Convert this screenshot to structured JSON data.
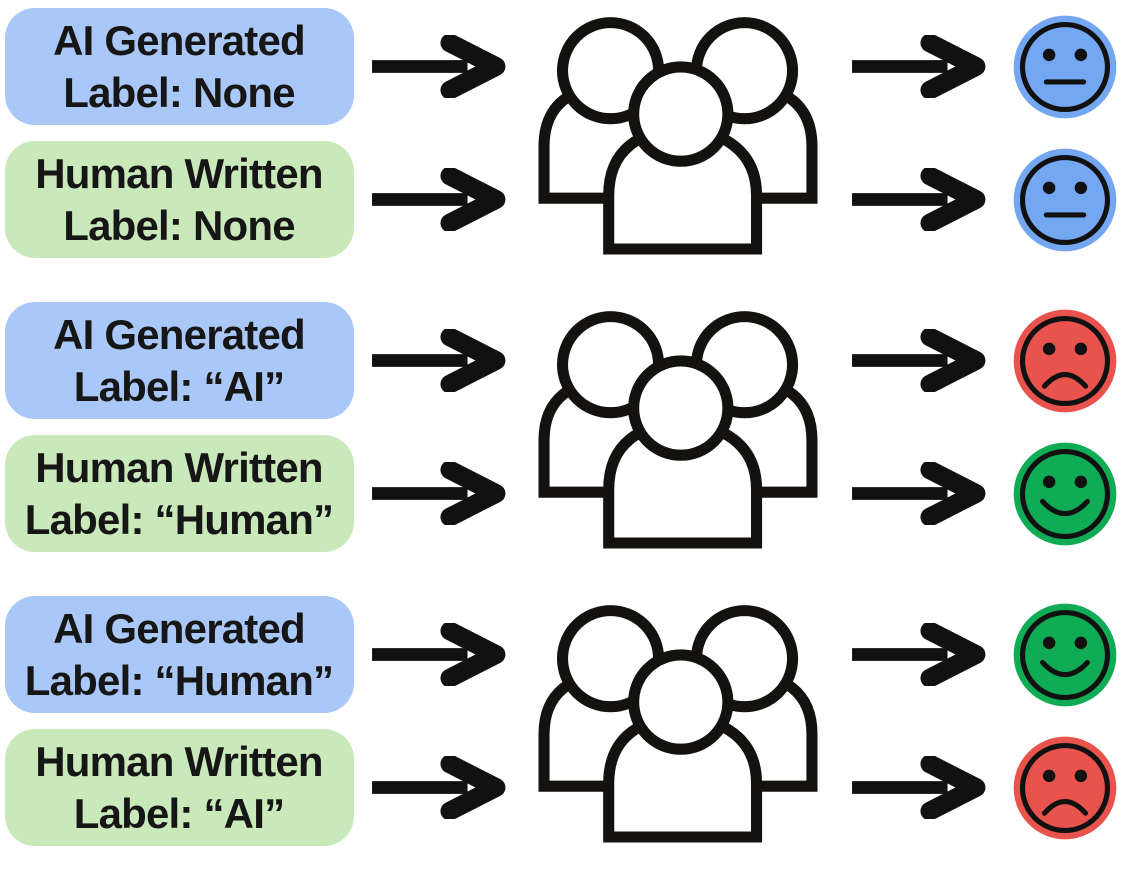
{
  "colors": {
    "ai_box_bg": "#a9c7f7",
    "human_box_bg": "#cae9bb",
    "neutral_face": "#73a7f2",
    "sad_face": "#e9534d",
    "happy_face": "#10ac55",
    "outline": "#111111"
  },
  "rows": [
    {
      "inputs": [
        {
          "type": "ai",
          "line1": "AI Generated",
          "line2": "Label: None"
        },
        {
          "type": "human",
          "line1": "Human Written",
          "line2": "Label: None"
        }
      ],
      "outcomes": [
        {
          "mood": "neutral",
          "color": "#73a7f2"
        },
        {
          "mood": "neutral",
          "color": "#73a7f2"
        }
      ]
    },
    {
      "inputs": [
        {
          "type": "ai",
          "line1": "AI Generated",
          "line2": "Label: “AI”"
        },
        {
          "type": "human",
          "line1": "Human Written",
          "line2": "Label: “Human”"
        }
      ],
      "outcomes": [
        {
          "mood": "sad",
          "color": "#e9534d"
        },
        {
          "mood": "happy",
          "color": "#10ac55"
        }
      ]
    },
    {
      "inputs": [
        {
          "type": "ai",
          "line1": "AI Generated",
          "line2": "Label: “Human”"
        },
        {
          "type": "human",
          "line1": "Human Written",
          "line2": "Label: “AI”"
        }
      ],
      "outcomes": [
        {
          "mood": "happy",
          "color": "#10ac55"
        },
        {
          "mood": "sad",
          "color": "#e9534d"
        }
      ]
    }
  ]
}
